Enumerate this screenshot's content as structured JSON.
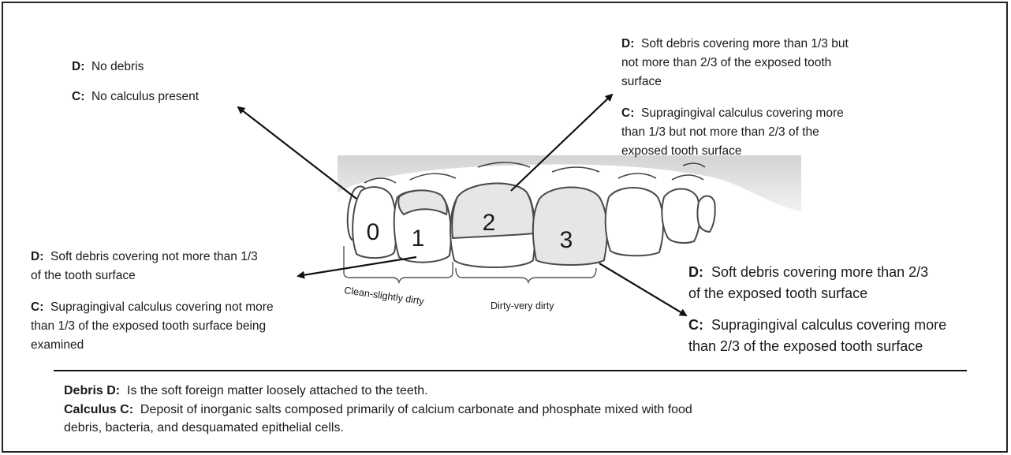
{
  "labels": {
    "score0": {
      "d_key": "D:",
      "d_text": "No debris",
      "c_key": "C:",
      "c_text": "No calculus present"
    },
    "score1": {
      "d_key": "D:",
      "d_text": "Soft debris covering not more than 1/3",
      "d_text2": "of the tooth surface",
      "c_key": "C:",
      "c_text": "Supragingival calculus covering not more",
      "c_text2": "than 1/3 of the exposed tooth surface being",
      "c_text3": "examined"
    },
    "score2": {
      "d_key": "D:",
      "d_text": "Soft debris covering more than 1/3 but",
      "d_text2": "not more than 2/3 of the exposed tooth",
      "d_text3": "surface",
      "c_key": "C:",
      "c_text": "Supragingival calculus covering more",
      "c_text2": "than 1/3 but not more than 2/3 of the",
      "c_text3": "exposed tooth surface"
    },
    "score3": {
      "d_key": "D:",
      "d_text": "Soft debris covering more than 2/3",
      "d_text2": "of the exposed tooth surface",
      "c_key": "C:",
      "c_text": "Supragingival calculus covering more",
      "c_text2": "than 2/3 of the exposed tooth surface"
    }
  },
  "tooth_scores": [
    "0",
    "1",
    "2",
    "3"
  ],
  "brackets": {
    "left": "Clean-slightly dirty",
    "right": "Dirty-very dirty"
  },
  "definitions": {
    "debris_term": "Debris  D:",
    "debris_text": "Is the soft foreign matter loosely attached to the teeth.",
    "calculus_term": "Calculus  C:",
    "calculus_text": "Deposit of inorganic salts composed primarily of calcium carbonate and phosphate mixed with food",
    "calculus_text2": "debris, bacteria, and desquamated epithelial cells."
  }
}
